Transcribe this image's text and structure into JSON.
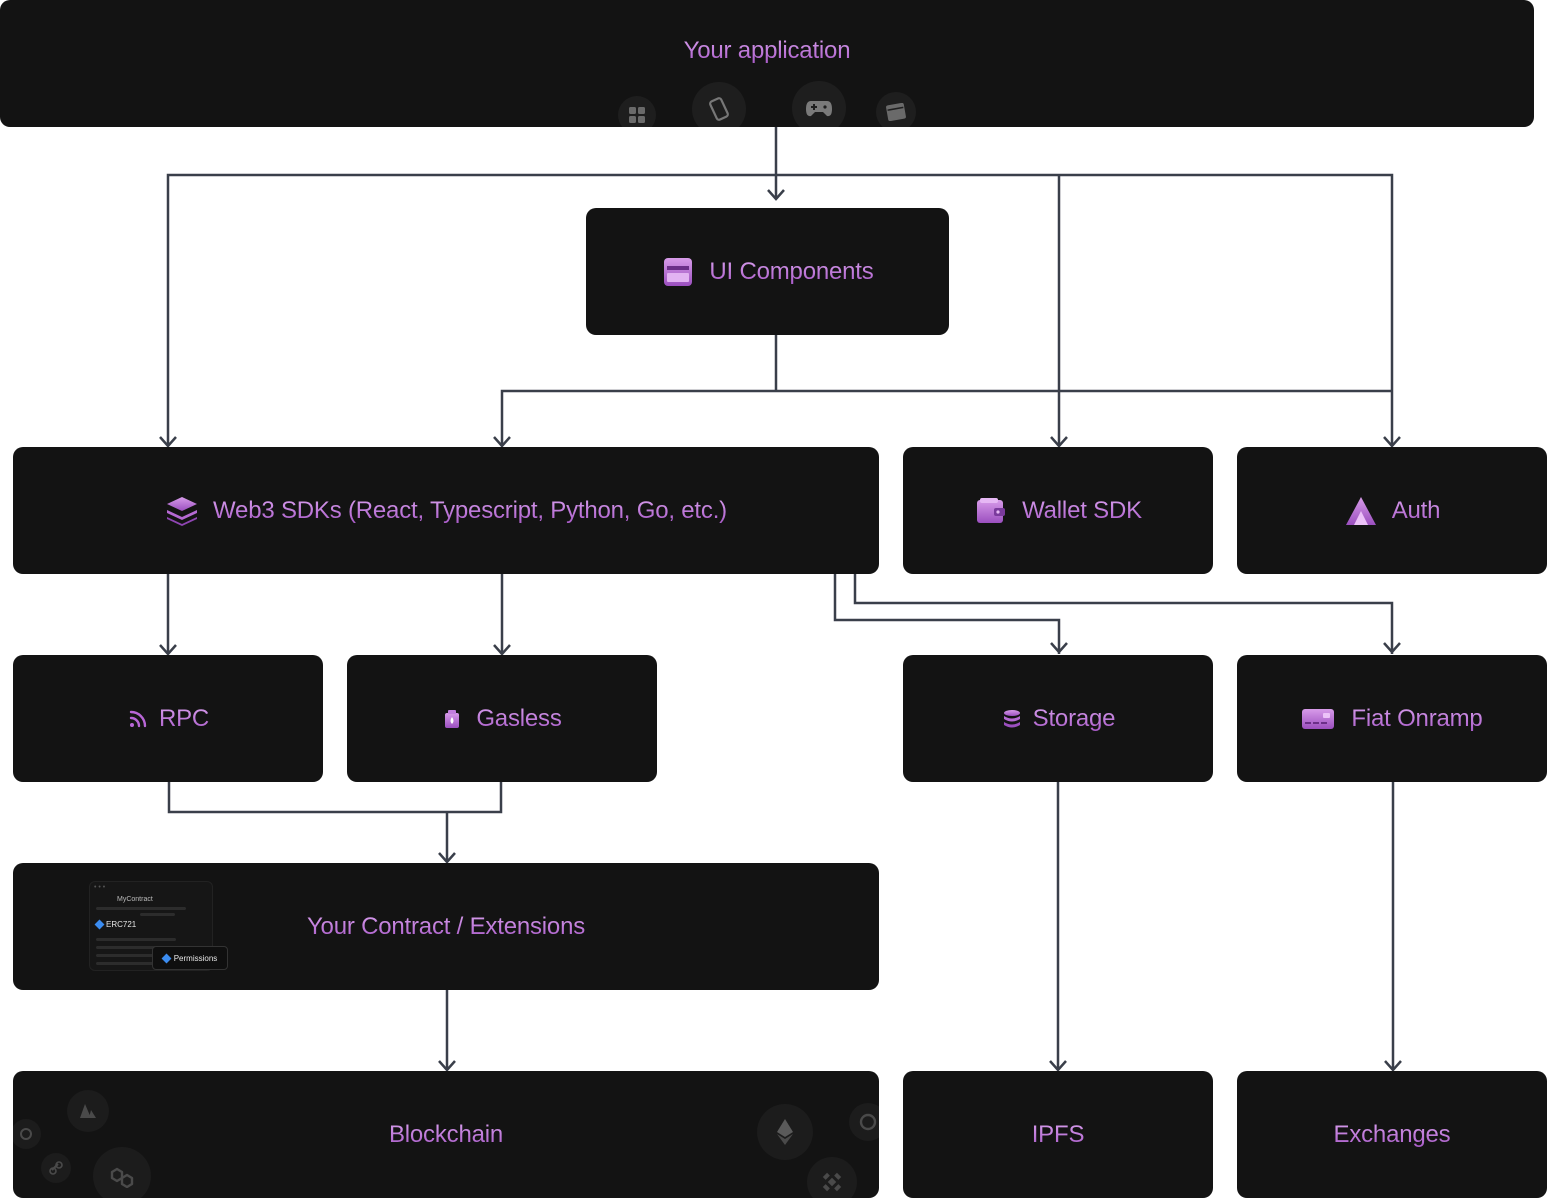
{
  "nodes": {
    "app": {
      "label": "Your application",
      "icons": [
        "apps-grid-icon",
        "mobile-phone-icon",
        "gamepad-icon",
        "browser-window-icon"
      ]
    },
    "ui_components": {
      "label": "UI Components",
      "icon": "ui-window-icon"
    },
    "web3_sdks": {
      "label": "Web3 SDKs (React, Typescript, Python, Go, etc.)",
      "icon": "layers-icon"
    },
    "wallet_sdk": {
      "label": "Wallet SDK",
      "icon": "wallet-icon"
    },
    "auth": {
      "label": "Auth",
      "icon": "triangle-logo-icon"
    },
    "rpc": {
      "label": "RPC",
      "icon": "rss-feed-icon"
    },
    "gasless": {
      "label": "Gasless",
      "icon": "gas-pump-icon"
    },
    "storage": {
      "label": "Storage",
      "icon": "database-icon"
    },
    "fiat_onramp": {
      "label": "Fiat Onramp",
      "icon": "credit-card-icon"
    },
    "contract": {
      "label": "Your Contract / Extensions",
      "preview": {
        "code": "MyContract",
        "extension_1": "ERC721",
        "extension_2": "Permissions"
      }
    },
    "blockchain": {
      "label": "Blockchain",
      "icons": [
        "polygon-icon",
        "ethereum-icon",
        "binance-icon",
        "avalanche-icon",
        "chainlink-icon",
        "optimism-icon",
        "arbitrum-icon"
      ]
    },
    "ipfs": {
      "label": "IPFS"
    },
    "exchanges": {
      "label": "Exchanges"
    }
  },
  "colors": {
    "node_bg": "#131313",
    "connector": "#3a3f4a",
    "label_gradient_top": "#d9a0ee",
    "label_gradient_bottom": "#a657c6",
    "accent_blue": "#3b8cf0"
  },
  "edges": [
    [
      "app",
      "ui_components"
    ],
    [
      "app",
      "web3_sdks"
    ],
    [
      "app",
      "wallet_sdk"
    ],
    [
      "app",
      "auth"
    ],
    [
      "ui_components",
      "web3_sdks"
    ],
    [
      "ui_components",
      "wallet_sdk"
    ],
    [
      "ui_components",
      "auth"
    ],
    [
      "web3_sdks",
      "rpc"
    ],
    [
      "web3_sdks",
      "gasless"
    ],
    [
      "web3_sdks",
      "storage"
    ],
    [
      "web3_sdks",
      "fiat_onramp"
    ],
    [
      "rpc",
      "contract"
    ],
    [
      "gasless",
      "contract"
    ],
    [
      "contract",
      "blockchain"
    ],
    [
      "storage",
      "ipfs"
    ],
    [
      "fiat_onramp",
      "exchanges"
    ]
  ]
}
